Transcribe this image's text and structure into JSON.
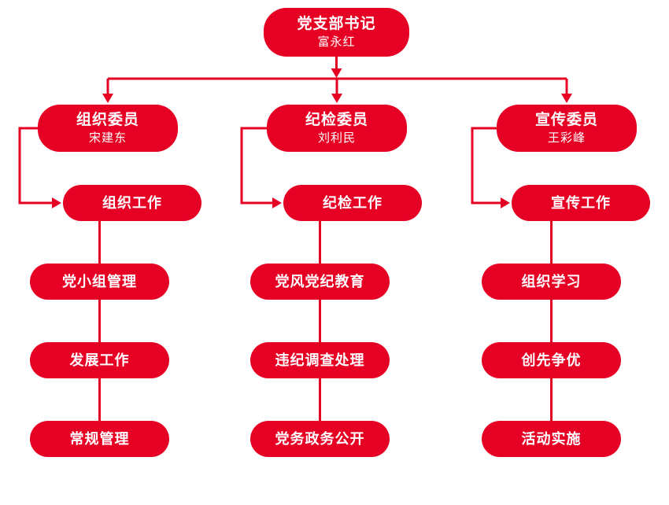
{
  "colors": {
    "accent": "#E60023",
    "node_text": "#FFFFFF",
    "background": "#FFFFFF"
  },
  "diagram": {
    "type": "org-chart",
    "root": {
      "title": "党支部书记",
      "name": "富永红"
    },
    "columns": [
      {
        "head": {
          "title": "组织委员",
          "name": "宋建东"
        },
        "work": {
          "label": "组织工作"
        },
        "tasks": [
          "党小组管理",
          "发展工作",
          "常规管理"
        ]
      },
      {
        "head": {
          "title": "纪检委员",
          "name": "刘利民"
        },
        "work": {
          "label": "纪检工作"
        },
        "tasks": [
          "党风党纪教育",
          "违纪调查处理",
          "党务政务公开"
        ]
      },
      {
        "head": {
          "title": "宣传委员",
          "name": "王彩峰"
        },
        "work": {
          "label": "宣传工作"
        },
        "tasks": [
          "组织学习",
          "创先争优",
          "活动实施"
        ]
      }
    ]
  }
}
